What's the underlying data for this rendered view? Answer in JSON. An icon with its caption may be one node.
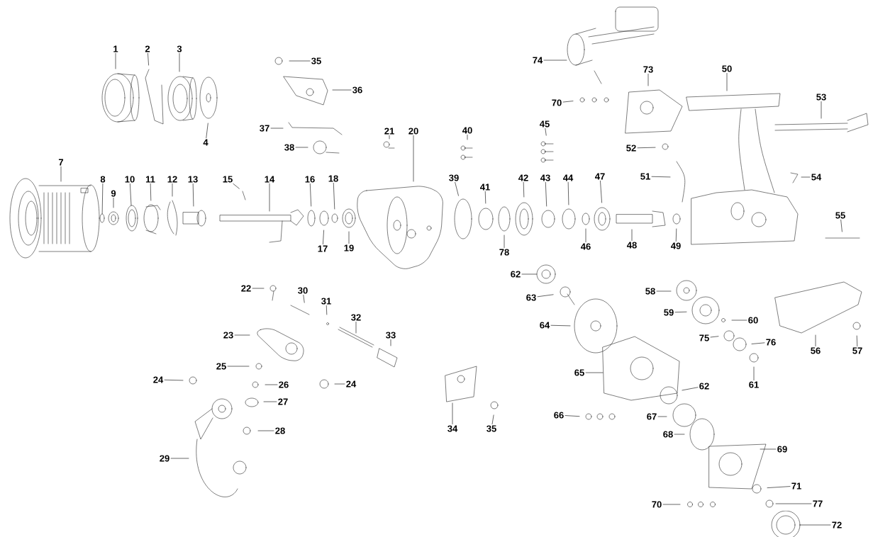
{
  "diagram": {
    "nodes": [
      {
        "text": [
          "1"
        ]
      },
      {
        "text": [
          "2"
        ]
      },
      {
        "text": [
          "3"
        ]
      },
      {
        "text": [
          "74"
        ]
      },
      {
        "text": [
          "35"
        ]
      },
      {
        "text": [
          "73"
        ]
      },
      {
        "text": [
          "50"
        ]
      },
      {
        "text": [
          "36"
        ]
      },
      {
        "text": [
          "53"
        ]
      },
      {
        "text": [
          "70"
        ]
      },
      {
        "text": [
          "37"
        ]
      },
      {
        "text": [
          "40"
        ]
      },
      {
        "text": [
          "45"
        ]
      },
      {
        "text": [
          "21"
        ]
      },
      {
        "text": [
          "20"
        ]
      },
      {
        "text": [
          "4"
        ]
      },
      {
        "text": [
          "38"
        ]
      },
      {
        "text": [
          "52"
        ]
      },
      {
        "text": [
          "7"
        ]
      },
      {
        "text": [
          "51"
        ]
      },
      {
        "text": [
          "54"
        ]
      },
      {
        "text": [
          "39"
        ]
      },
      {
        "text": [
          "42"
        ]
      },
      {
        "text": [
          "43"
        ]
      },
      {
        "text": [
          "44"
        ]
      },
      {
        "text": [
          "47"
        ]
      },
      {
        "text": [
          "8"
        ]
      },
      {
        "text": [
          "10"
        ]
      },
      {
        "text": [
          "11"
        ]
      },
      {
        "text": [
          "12"
        ]
      },
      {
        "text": [
          "13"
        ]
      },
      {
        "text": [
          "15"
        ]
      },
      {
        "text": [
          "14"
        ]
      },
      {
        "text": [
          "16"
        ]
      },
      {
        "text": [
          "18"
        ]
      },
      {
        "text": [
          "9"
        ]
      },
      {
        "text": [
          "41"
        ]
      },
      {
        "text": [
          "55"
        ]
      },
      {
        "text": [
          "17"
        ]
      },
      {
        "text": [
          "19"
        ]
      },
      {
        "text": [
          "78"
        ]
      },
      {
        "text": [
          "46"
        ]
      },
      {
        "text": [
          "48"
        ]
      },
      {
        "text": [
          "49"
        ]
      },
      {
        "text": [
          "62"
        ]
      },
      {
        "text": [
          "22"
        ]
      },
      {
        "text": [
          "30"
        ]
      },
      {
        "text": [
          "58"
        ]
      },
      {
        "text": [
          "63"
        ]
      },
      {
        "text": [
          "31"
        ]
      },
      {
        "text": [
          "59"
        ]
      },
      {
        "text": [
          "32"
        ]
      },
      {
        "text": [
          "60"
        ]
      },
      {
        "text": [
          "64"
        ]
      },
      {
        "text": [
          "23"
        ]
      },
      {
        "text": [
          "33"
        ]
      },
      {
        "text": [
          "75"
        ]
      },
      {
        "text": [
          "76"
        ]
      },
      {
        "text": [
          "56"
        ]
      },
      {
        "text": [
          "57"
        ]
      },
      {
        "text": [
          "25"
        ]
      },
      {
        "text": [
          "65"
        ]
      },
      {
        "text": [
          "24"
        ]
      },
      {
        "text": [
          "24"
        ]
      },
      {
        "text": [
          "26"
        ]
      },
      {
        "text": [
          "62"
        ]
      },
      {
        "text": [
          "61"
        ]
      },
      {
        "text": [
          "27"
        ]
      },
      {
        "text": [
          "66"
        ]
      },
      {
        "text": [
          "67"
        ]
      },
      {
        "text": [
          "34"
        ]
      },
      {
        "text": [
          "35"
        ]
      },
      {
        "text": [
          "28"
        ]
      },
      {
        "text": [
          "68"
        ]
      },
      {
        "text": [
          "69"
        ]
      },
      {
        "text": [
          "29"
        ]
      },
      {
        "text": [
          "71"
        ]
      },
      {
        "text": [
          "77"
        ]
      },
      {
        "text": [
          "70"
        ]
      },
      {
        "text": [
          "72"
        ]
      },
      {
        "text": [],
        "shape": "circle"
      },
      {
        "text": [],
        "shape": "circle"
      },
      {
        "text": [],
        "shape": "circle"
      }
    ],
    "edges": [
      {
        "from": 0,
        "to": null,
        "arrow": "none"
      },
      {
        "from": 1,
        "to": null,
        "arrow": "none"
      },
      {
        "from": 2,
        "to": null,
        "arrow": "none"
      },
      {
        "from": 3,
        "to": null,
        "arrow": "none"
      },
      {
        "from": 4,
        "to": null,
        "arrow": "none"
      },
      {
        "from": 5,
        "to": null,
        "arrow": "none"
      },
      {
        "from": 6,
        "to": null,
        "arrow": "none"
      },
      {
        "from": 7,
        "to": null,
        "arrow": "none"
      },
      {
        "from": 8,
        "to": null,
        "arrow": "none"
      },
      {
        "from": 9,
        "to": null,
        "arrow": "none"
      },
      {
        "from": 10,
        "to": null,
        "arrow": "none"
      },
      {
        "from": 11,
        "to": null,
        "arrow": "none"
      },
      {
        "from": 12,
        "to": null,
        "arrow": "none"
      },
      {
        "from": 13,
        "to": null,
        "arrow": "none"
      },
      {
        "from": 14,
        "to": null,
        "arrow": "none"
      },
      {
        "from": 15,
        "to": null,
        "arrow": "none"
      },
      {
        "from": 16,
        "to": null,
        "arrow": "none"
      },
      {
        "from": 17,
        "to": null,
        "arrow": "none"
      },
      {
        "from": 18,
        "to": null,
        "arrow": "none"
      },
      {
        "from": 19,
        "to": null,
        "arrow": "none"
      },
      {
        "from": 20,
        "to": null,
        "arrow": "none"
      },
      {
        "from": 21,
        "to": null,
        "arrow": "none"
      },
      {
        "from": 22,
        "to": null,
        "arrow": "none"
      },
      {
        "from": 23,
        "to": null,
        "arrow": "none"
      },
      {
        "from": 24,
        "to": null,
        "arrow": "none"
      },
      {
        "from": 25,
        "to": null,
        "arrow": "none"
      },
      {
        "from": 26,
        "to": 80,
        "arrow": "none"
      },
      {
        "from": 27,
        "to": 81,
        "arrow": "none"
      },
      {
        "from": 28,
        "to": null,
        "arrow": "none"
      },
      {
        "from": 29,
        "to": null,
        "arrow": "none"
      },
      {
        "from": 30,
        "to": null,
        "arrow": "none"
      },
      {
        "from": 31,
        "to": null,
        "arrow": "none"
      },
      {
        "from": 32,
        "to": null,
        "arrow": "none"
      },
      {
        "from": 33,
        "to": null,
        "arrow": "none"
      },
      {
        "from": 34,
        "to": null,
        "arrow": "none"
      },
      {
        "from": 35,
        "to": null,
        "arrow": "none"
      },
      {
        "from": 36,
        "to": null,
        "arrow": "none"
      },
      {
        "from": 37,
        "to": null,
        "arrow": "none"
      },
      {
        "from": 38,
        "to": null,
        "arrow": "none"
      },
      {
        "from": 39,
        "to": null,
        "arrow": "none"
      },
      {
        "from": 40,
        "to": null,
        "arrow": "none"
      },
      {
        "from": 41,
        "to": null,
        "arrow": "none"
      },
      {
        "from": 42,
        "to": null,
        "arrow": "none"
      },
      {
        "from": 43,
        "to": null,
        "arrow": "none"
      },
      {
        "from": 44,
        "to": 82,
        "arrow": "none"
      },
      {
        "from": 45,
        "to": null,
        "arrow": "none"
      },
      {
        "from": 46,
        "to": null,
        "arrow": "none"
      },
      {
        "from": 47,
        "to": null,
        "arrow": "none"
      },
      {
        "from": 48,
        "to": null,
        "arrow": "none"
      },
      {
        "from": 49,
        "to": null,
        "arrow": "none"
      },
      {
        "from": 50,
        "to": null,
        "arrow": "none"
      },
      {
        "from": 51,
        "to": null,
        "arrow": "none"
      },
      {
        "from": 52,
        "to": null,
        "arrow": "none"
      },
      {
        "from": 53,
        "to": null,
        "arrow": "none"
      },
      {
        "from": 54,
        "to": null,
        "arrow": "none"
      },
      {
        "from": 55,
        "to": null,
        "arrow": "none"
      },
      {
        "from": 56,
        "to": null,
        "arrow": "none"
      },
      {
        "from": 57,
        "to": null,
        "arrow": "none"
      },
      {
        "from": 58,
        "to": null,
        "arrow": "none"
      },
      {
        "from": 59,
        "to": null,
        "arrow": "none"
      },
      {
        "from": 60,
        "to": null,
        "arrow": "none"
      },
      {
        "from": 61,
        "to": null,
        "arrow": "none"
      },
      {
        "from": 62,
        "to": null,
        "arrow": "none"
      },
      {
        "from": 63,
        "to": null,
        "arrow": "none"
      },
      {
        "from": 64,
        "to": null,
        "arrow": "none"
      },
      {
        "from": 65,
        "to": null,
        "arrow": "none"
      },
      {
        "from": 66,
        "to": null,
        "arrow": "none"
      },
      {
        "from": 67,
        "to": null,
        "arrow": "none"
      },
      {
        "from": 68,
        "to": null,
        "arrow": "none"
      },
      {
        "from": 69,
        "to": null,
        "arrow": "none"
      },
      {
        "from": 70,
        "to": null,
        "arrow": "none"
      },
      {
        "from": 71,
        "to": null,
        "arrow": "none"
      },
      {
        "from": 72,
        "to": null,
        "arrow": "none"
      },
      {
        "from": 73,
        "to": null,
        "arrow": "none"
      },
      {
        "from": 74,
        "to": null,
        "arrow": "none"
      },
      {
        "from": 75,
        "to": null,
        "arrow": "none"
      },
      {
        "from": 76,
        "to": null,
        "arrow": "none"
      },
      {
        "from": 77,
        "to": null,
        "arrow": "none"
      },
      {
        "from": 78,
        "to": null,
        "arrow": "none"
      },
      {
        "from": 79,
        "to": null,
        "arrow": "none"
      }
    ]
  }
}
